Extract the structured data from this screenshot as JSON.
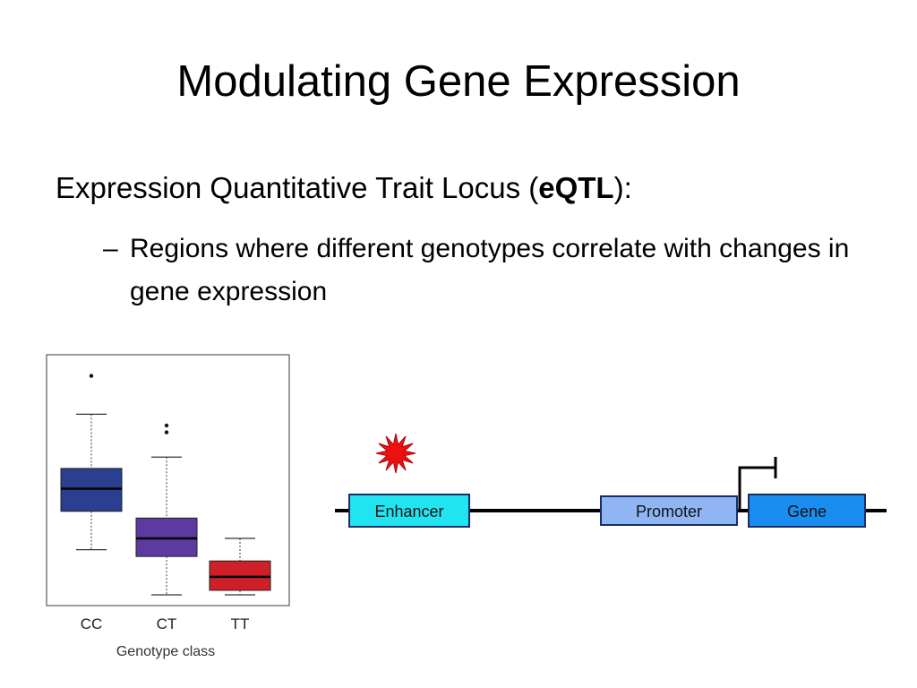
{
  "slide": {
    "title": "Modulating Gene Expression",
    "bullet1": {
      "prefix": "Expression Quantitative Trait Locus (",
      "bold": "eQTL",
      "suffix": "):"
    },
    "bullet2": {
      "dash": "–",
      "text": "Regions where different genotypes correlate with changes in gene expression"
    }
  },
  "chart_data": {
    "type": "box",
    "categories": [
      "CC",
      "CT",
      "TT"
    ],
    "xlabel": "Genotype class",
    "ylabel": "",
    "title": "",
    "ylim": [
      0,
      100
    ],
    "grid": false,
    "boxes": [
      {
        "category": "CC",
        "whisker_low": 20,
        "q1": 37,
        "median": 47,
        "q3": 56,
        "whisker_high": 80,
        "outliers": [
          97
        ],
        "color": "#2a3f8f"
      },
      {
        "category": "CT",
        "whisker_low": 0,
        "q1": 17,
        "median": 25,
        "q3": 34,
        "whisker_high": 61,
        "outliers": [
          72,
          75
        ],
        "color": "#5c3aa0"
      },
      {
        "category": "TT",
        "whisker_low": 0,
        "q1": 2,
        "median": 8,
        "q3": 15,
        "whisker_high": 25,
        "outliers": [],
        "color": "#cf2028"
      }
    ]
  },
  "diagram": {
    "labels": {
      "enhancer": "Enhancer",
      "promoter": "Promoter",
      "gene": "Gene"
    },
    "colors": {
      "enhancer": "#20e4f0",
      "promoter": "#8fb6f2",
      "gene": "#1a8ef0",
      "mutation": "#ee1111"
    }
  }
}
